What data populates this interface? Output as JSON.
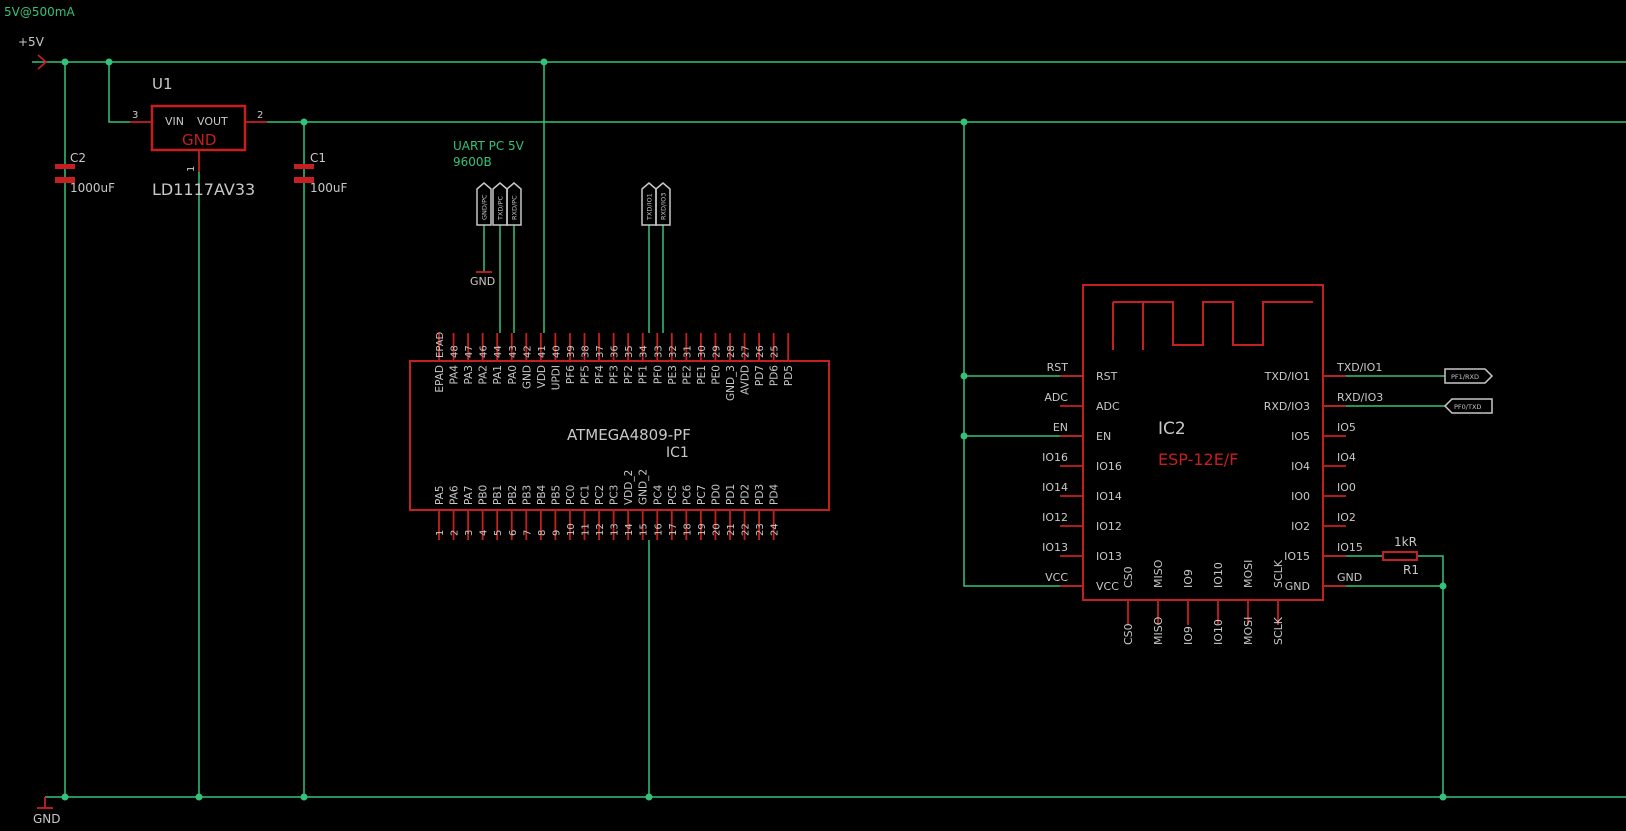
{
  "notes": {
    "supply": "5V@500mA",
    "uart_title": "UART PC 5V",
    "uart_baud": "9600B"
  },
  "power": {
    "plus5v": "+5V",
    "gnd": "GND",
    "gnd2": "GND"
  },
  "regulator": {
    "ref": "U1",
    "value": "LD1117AV33",
    "vin": "VIN",
    "vout": "VOUT",
    "gnd": "GND",
    "pin_in": "3",
    "pin_out": "2",
    "pin_gnd": "1"
  },
  "caps": {
    "c2_ref": "C2",
    "c2_val": "1000uF",
    "c1_ref": "C1",
    "c1_val": "100uF"
  },
  "uart_ports": [
    "GND/PC",
    "TXD/PC",
    "RXD/PC"
  ],
  "esp_ports": [
    "TXD/IO1",
    "RXD/IO3"
  ],
  "ic1": {
    "name": "ATMEGA4809-PF",
    "ref": "IC1",
    "top_pins": [
      {
        "num": "EPAD",
        "name": "EPAD"
      },
      {
        "num": "48",
        "name": "PA4"
      },
      {
        "num": "47",
        "name": "PA3"
      },
      {
        "num": "46",
        "name": "PA2"
      },
      {
        "num": "44",
        "name": "PA1"
      },
      {
        "num": "43",
        "name": "PA0"
      },
      {
        "num": "42",
        "name": "GND"
      },
      {
        "num": "41",
        "name": "VDD"
      },
      {
        "num": "40",
        "name": "UPDI"
      },
      {
        "num": "39",
        "name": "PF6"
      },
      {
        "num": "38",
        "name": "PF5"
      },
      {
        "num": "37",
        "name": "PF4"
      },
      {
        "num": "36",
        "name": "PF3"
      },
      {
        "num": "35",
        "name": "PF2"
      },
      {
        "num": "34",
        "name": "PF1"
      },
      {
        "num": "33",
        "name": "PF0"
      },
      {
        "num": "32",
        "name": "PE3"
      },
      {
        "num": "31",
        "name": "PE2"
      },
      {
        "num": "30",
        "name": "PE1"
      },
      {
        "num": "29",
        "name": "PE0"
      },
      {
        "num": "28",
        "name": "GND_3"
      },
      {
        "num": "27",
        "name": "AVDD"
      },
      {
        "num": "26",
        "name": "PD7"
      },
      {
        "num": "25",
        "name": "PD6"
      },
      {
        "num": "",
        "name": "PD5"
      }
    ],
    "bottom_pins": [
      {
        "num": "1",
        "name": "PA5"
      },
      {
        "num": "2",
        "name": "PA6"
      },
      {
        "num": "3",
        "name": "PA7"
      },
      {
        "num": "4",
        "name": "PB0"
      },
      {
        "num": "5",
        "name": "PB1"
      },
      {
        "num": "6",
        "name": "PB2"
      },
      {
        "num": "7",
        "name": "PB3"
      },
      {
        "num": "8",
        "name": "PB4"
      },
      {
        "num": "9",
        "name": "PB5"
      },
      {
        "num": "10",
        "name": "PC0"
      },
      {
        "num": "11",
        "name": "PC1"
      },
      {
        "num": "12",
        "name": "PC2"
      },
      {
        "num": "13",
        "name": "PC3"
      },
      {
        "num": "14",
        "name": "VDD_2"
      },
      {
        "num": "15",
        "name": "GND_2"
      },
      {
        "num": "16",
        "name": "PC4"
      },
      {
        "num": "17",
        "name": "PC5"
      },
      {
        "num": "18",
        "name": "PC6"
      },
      {
        "num": "19",
        "name": "PC7"
      },
      {
        "num": "20",
        "name": "PD0"
      },
      {
        "num": "21",
        "name": "PD1"
      },
      {
        "num": "22",
        "name": "PD2"
      },
      {
        "num": "23",
        "name": "PD3"
      },
      {
        "num": "24",
        "name": "PD4"
      }
    ]
  },
  "ic2": {
    "ref": "IC2",
    "value": "ESP-12E/F",
    "left_pins": [
      "RST",
      "ADC",
      "EN",
      "IO16",
      "IO14",
      "IO12",
      "IO13",
      "VCC"
    ],
    "right_pins": [
      "TXD/IO1",
      "RXD/IO3",
      "IO5",
      "IO4",
      "IO0",
      "IO2",
      "IO15",
      "GND"
    ],
    "bottom_pins": [
      "CS0",
      "MISO",
      "IO9",
      "IO10",
      "MOSI",
      "SCLK"
    ]
  },
  "resistor": {
    "ref": "R1",
    "value": "1kR"
  },
  "colors": {
    "wire": "#33c27a",
    "part": "#c61f1f",
    "text": "#c8c8c8",
    "background": "#000000"
  }
}
